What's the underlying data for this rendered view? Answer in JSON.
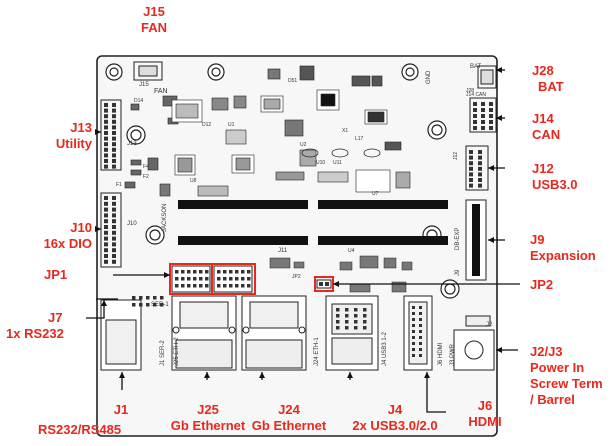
{
  "colors": {
    "label_red": "#e8281c",
    "pcb_outline": "#222222",
    "board_bg": "#f7f7f7"
  },
  "labels": {
    "j15": {
      "ref": "J15",
      "desc": "FAN"
    },
    "j28": {
      "ref": "J28",
      "desc": "BAT"
    },
    "j13": {
      "ref": "J13",
      "desc": "Utility"
    },
    "j14": {
      "ref": "J14",
      "desc": "CAN"
    },
    "j12": {
      "ref": "J12",
      "desc": "USB3.0"
    },
    "j10": {
      "ref": "J10",
      "desc": "16x DIO"
    },
    "j9": {
      "ref": "J9",
      "desc": "Expansion"
    },
    "jp1": {
      "ref": "JP1"
    },
    "jp2": {
      "ref": "JP2"
    },
    "j7": {
      "ref": "J7",
      "desc": "1x RS232"
    },
    "j2j3": {
      "ref": "J2/J3",
      "desc1": "Power In",
      "desc2": "Screw Term",
      "desc3": "/ Barrel"
    },
    "j1": {
      "ref": "J1",
      "desc": "RS232/RS485"
    },
    "j25": {
      "ref": "J25",
      "desc": "Gb Ethernet"
    },
    "j24": {
      "ref": "J24",
      "desc": "Gb Ethernet"
    },
    "j4": {
      "ref": "J4",
      "desc": "2x USB3.0/2.0"
    },
    "j6": {
      "ref": "J6",
      "desc": "HDMI"
    }
  },
  "silkscreen": {
    "fan": "FAN",
    "j15": "J15",
    "bat": "BAT",
    "j28": "J28",
    "j14can": "J14 CAN",
    "j13": "J13",
    "j10": "J10",
    "j11": "J11",
    "jackson": "JACKSON",
    "db_exp": "DB-EXP",
    "j9": "J9",
    "ser1": "SER-1",
    "j1ser2": "J1 SER-2",
    "j25eth2": "J25 ETH-2",
    "j24eth1": "J24 ETH-1",
    "j4usb": "J4 USB3 1-2",
    "j6hdmi": "J6 HDMI",
    "j3pwr": "J3 PWR",
    "j2": "J2",
    "j12": "J12",
    "gnd": "GND",
    "u1": "U1",
    "u2": "U2",
    "u4": "U4",
    "u7": "U7",
    "u8": "U8",
    "u10": "U10",
    "u11": "U11",
    "l17": "L17",
    "x1": "X1",
    "d12": "D12",
    "d14": "D14",
    "d51": "D51",
    "f1": "F1",
    "f2": "F2",
    "f4": "F4",
    "jp2": "JP2",
    "jp1": "JP1"
  }
}
